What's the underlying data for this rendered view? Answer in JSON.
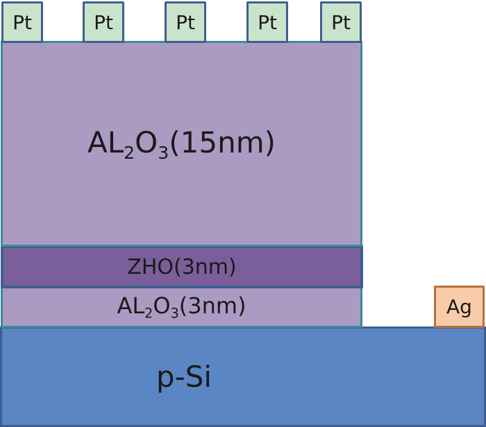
{
  "layers": {
    "pt_label": "Pt",
    "al2o3_top": {
      "prefix": "AL",
      "sub1": "2",
      "mid": "O",
      "sub2": "3",
      "suffix": "(15nm)"
    },
    "zho": "ZHO(3nm)",
    "al2o3_bottom": {
      "prefix": "AL",
      "sub1": "2",
      "mid": "O",
      "sub2": "3",
      "suffix": "(3nm)"
    },
    "substrate": "p-Si",
    "ag": "Ag"
  },
  "colors": {
    "pt": "#c9e4cb",
    "al2o3": "#ab9bc3",
    "zho": "#7a5f9a",
    "p_si": "#5a86c4",
    "ag": "#f9cbab"
  }
}
